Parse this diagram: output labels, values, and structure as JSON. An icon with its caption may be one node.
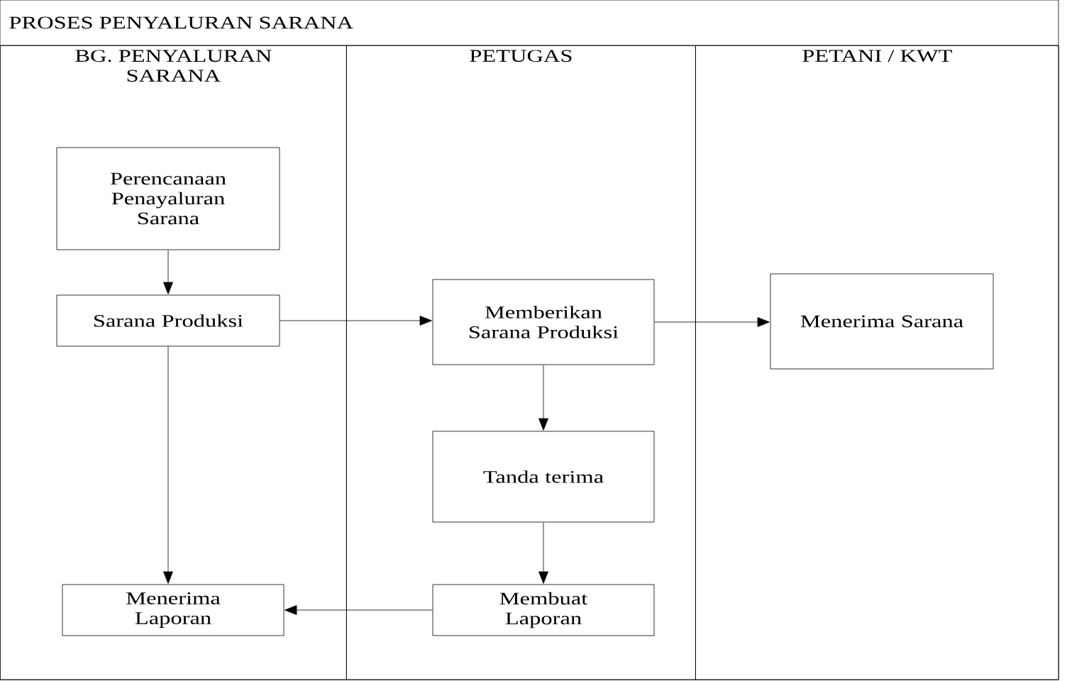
{
  "diagram": {
    "title": "PROSES PENYALURAN SARANA",
    "nodes": [
      {
        "text": [
          "BG. PENYALURAN SARANA"
        ]
      },
      {
        "text": [
          "Perencanaan Penayaluran Sarana"
        ],
        "in": 0
      },
      {
        "text": [
          "Sarana Produksi"
        ],
        "in": 0
      },
      {
        "text": [
          "Menerima Laporan"
        ],
        "in": 0
      },
      {
        "text": [
          "PETUGAS"
        ]
      },
      {
        "text": [
          "Memberikan Sarana Produksi"
        ],
        "in": 4
      },
      {
        "text": [
          "Tanda terima"
        ],
        "in": 4
      },
      {
        "text": [
          "Membuat Laporan"
        ],
        "in": 4
      },
      {
        "text": [
          "PETANI / KWT"
        ]
      },
      {
        "text": [
          "Menerima Sarana"
        ],
        "in": 8
      }
    ],
    "edges": [
      {
        "from": 1,
        "to": 2,
        "arrow": "to"
      },
      {
        "from": 2,
        "to": 5,
        "arrow": "to"
      },
      {
        "from": 5,
        "to": 9,
        "arrow": "to"
      },
      {
        "from": 5,
        "to": 6,
        "arrow": "to"
      },
      {
        "from": 6,
        "to": 7,
        "arrow": "to"
      },
      {
        "from": 7,
        "to": 3,
        "arrow": "to"
      },
      {
        "from": 2,
        "to": 3,
        "arrow": "to"
      }
    ]
  }
}
